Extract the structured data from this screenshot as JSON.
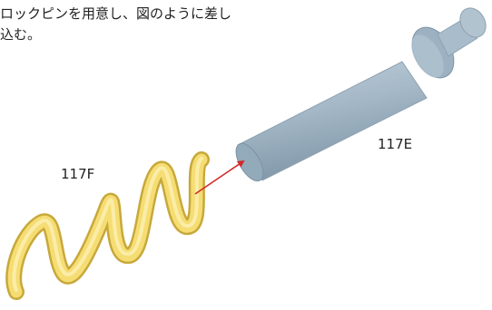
{
  "instruction": {
    "line1": "ロックピンを用意し、図のように差し",
    "line2": "込む。"
  },
  "labels": {
    "pin": "117E",
    "spring": "117F"
  },
  "colors": {
    "pin": "#a3b7c6",
    "spring": "#f5dd73",
    "arrow": "#d02a2a",
    "text": "#222222"
  }
}
